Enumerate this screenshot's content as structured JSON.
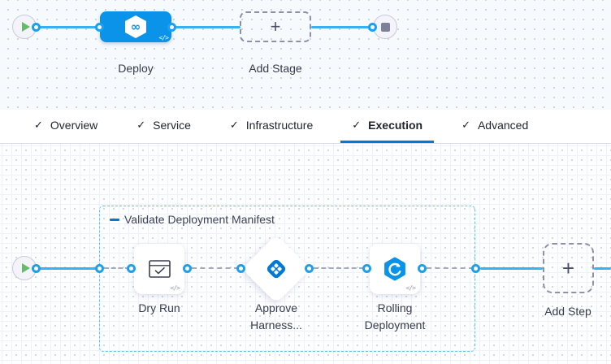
{
  "colors": {
    "accent_blue": "#0278d5",
    "node_blue": "#0a93e8",
    "connector_blue": "#38b0f4",
    "group_border_cyan": "#56c9f2",
    "success_green": "#66bb6a"
  },
  "icons": {
    "play": "css-triangle",
    "stop": "css-square",
    "check": "✓",
    "plus": "+",
    "code": "</>",
    "infinity": "∞",
    "collapse_dash": "css-bar",
    "dry_run": "window-with-check",
    "approval": "blue-clover-diamond",
    "rolling": "blue-hexagon-circular-arrow"
  },
  "stage_graph": {
    "deploy_label": "Deploy",
    "add_stage_label": "Add Stage"
  },
  "tabs": {
    "items": [
      {
        "label": "Overview",
        "checked": true,
        "active": false
      },
      {
        "label": "Service",
        "checked": true,
        "active": false
      },
      {
        "label": "Infrastructure",
        "checked": true,
        "active": false
      },
      {
        "label": "Execution",
        "checked": true,
        "active": true
      },
      {
        "label": "Advanced",
        "checked": true,
        "active": false
      }
    ]
  },
  "execution": {
    "group_title": "Validate Deployment Manifest",
    "steps": [
      {
        "label_lines": [
          "Dry Run",
          ""
        ]
      },
      {
        "label_lines": [
          "Approve",
          "Harness..."
        ]
      },
      {
        "label_lines": [
          "Rolling",
          "Deployment"
        ]
      }
    ],
    "add_step_label": "Add Step"
  }
}
